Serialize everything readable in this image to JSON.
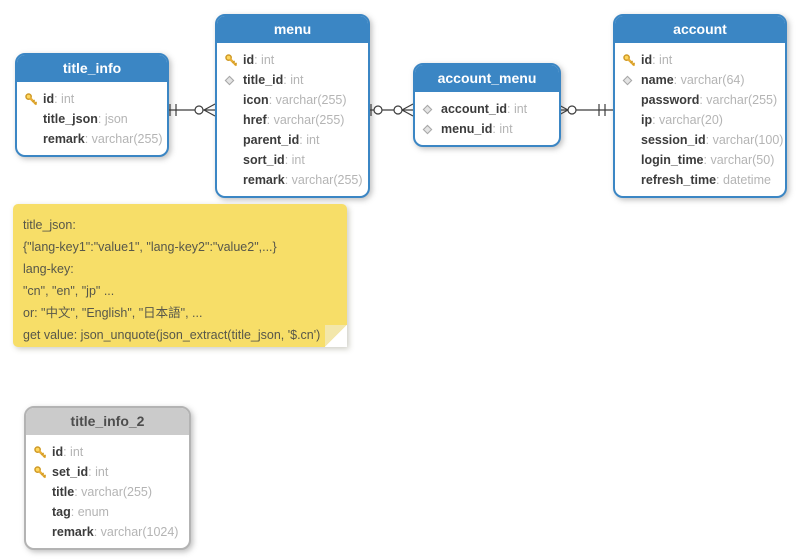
{
  "diagram": {
    "tables": [
      {
        "name": "title_info",
        "theme": "blue",
        "fields": [
          {
            "icon": "key",
            "name": "id",
            "type": "int"
          },
          {
            "icon": "",
            "name": "title_json",
            "type": "json"
          },
          {
            "icon": "",
            "name": "remark",
            "type": "varchar(255)"
          }
        ]
      },
      {
        "name": "menu",
        "theme": "blue",
        "fields": [
          {
            "icon": "key",
            "name": "id",
            "type": "int"
          },
          {
            "icon": "diamond",
            "name": "title_id",
            "type": "int"
          },
          {
            "icon": "",
            "name": "icon",
            "type": "varchar(255)"
          },
          {
            "icon": "",
            "name": "href",
            "type": "varchar(255)"
          },
          {
            "icon": "",
            "name": "parent_id",
            "type": "int"
          },
          {
            "icon": "",
            "name": "sort_id",
            "type": "int"
          },
          {
            "icon": "",
            "name": "remark",
            "type": "varchar(255)"
          }
        ]
      },
      {
        "name": "account_menu",
        "theme": "blue",
        "fields": [
          {
            "icon": "diamond",
            "name": "account_id",
            "type": "int"
          },
          {
            "icon": "diamond",
            "name": "menu_id",
            "type": "int"
          }
        ]
      },
      {
        "name": "account",
        "theme": "blue",
        "fields": [
          {
            "icon": "key",
            "name": "id",
            "type": "int"
          },
          {
            "icon": "diamond",
            "name": "name",
            "type": "varchar(64)"
          },
          {
            "icon": "",
            "name": "password",
            "type": "varchar(255)"
          },
          {
            "icon": "",
            "name": "ip",
            "type": "varchar(20)"
          },
          {
            "icon": "",
            "name": "session_id",
            "type": "varchar(100)"
          },
          {
            "icon": "",
            "name": "login_time",
            "type": "varchar(50)"
          },
          {
            "icon": "",
            "name": "refresh_time",
            "type": "datetime"
          }
        ]
      },
      {
        "name": "title_info_2",
        "theme": "grey",
        "fields": [
          {
            "icon": "key",
            "name": "id",
            "type": "int"
          },
          {
            "icon": "key",
            "name": "set_id",
            "type": "int"
          },
          {
            "icon": "",
            "name": "title",
            "type": "varchar(255)"
          },
          {
            "icon": "",
            "name": "tag",
            "type": "enum"
          },
          {
            "icon": "",
            "name": "remark",
            "type": "varchar(1024)"
          }
        ]
      }
    ],
    "note": {
      "lines": [
        "title_json:",
        "{\"lang-key1\":\"value1\", \"lang-key2\":\"value2\",...}",
        "lang-key:",
        "\"cn\", \"en\", \"jp\" ...",
        "or: \"中文\", \"English\", \"日本語\", ...",
        "get value: json_unquote(json_extract(title_json, '$.cn')"
      ]
    },
    "connectors": [
      {
        "from": "title_info",
        "to": "menu",
        "from_cardinality": "one-and-only-one",
        "to_cardinality": "zero-or-many"
      },
      {
        "from": "menu",
        "to": "account_menu",
        "from_cardinality": "zero-or-one",
        "to_cardinality": "zero-or-many"
      },
      {
        "from": "account_menu",
        "to": "account",
        "from_cardinality": "zero-or-many",
        "to_cardinality": "one-and-only-one"
      }
    ],
    "colors": {
      "table_header_blue": "#3b86c4",
      "table_header_grey": "#cbcbcb",
      "note_yellow": "#f7de68",
      "key_icon_gold": "#ffd75e",
      "wire": "#3c3c3c",
      "field_name": "#3c3c3c",
      "field_type": "#b4b4b4"
    }
  }
}
